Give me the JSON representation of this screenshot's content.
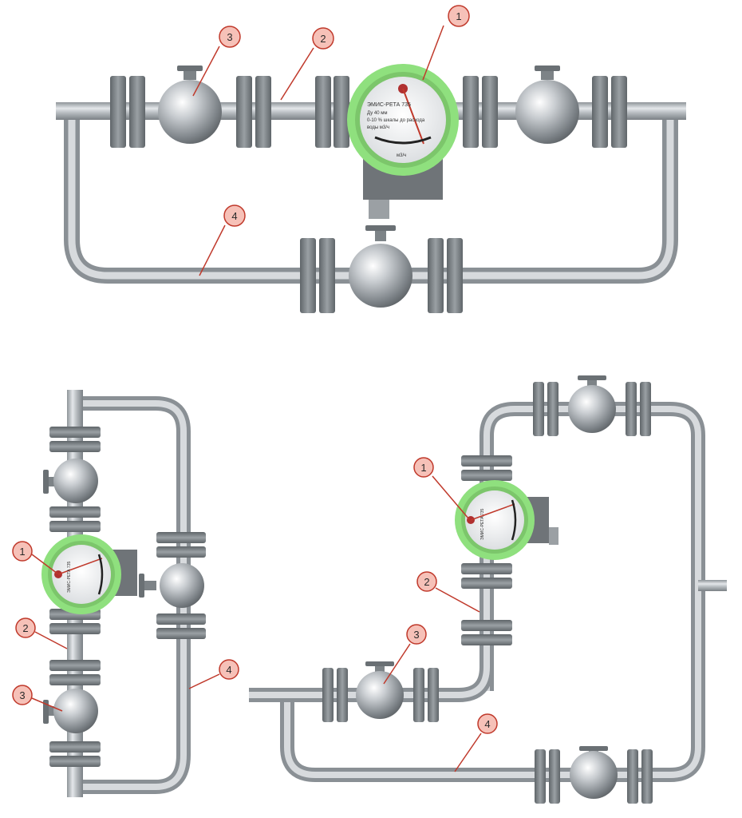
{
  "colors": {
    "background": "#ffffff",
    "pipe": "#b7bcc0",
    "pipe_dark": "#8e9499",
    "flange": "#7d8387",
    "bolt": "#5a5f63",
    "valve_ball": "#c7cbcf",
    "meter_ring": "#8fe07e",
    "meter_face": "#eeeeee",
    "meter_box": "#6f7478",
    "leader": "#c0392b",
    "callout_fill": "#f6c1b8",
    "callout_stroke": "#c0392b"
  },
  "callouts": {
    "top": [
      "1",
      "2",
      "3",
      "4"
    ],
    "left": [
      "1",
      "2",
      "3",
      "4"
    ],
    "right": [
      "1",
      "2",
      "3",
      "4"
    ]
  },
  "meter_top": {
    "line1": "ЭМИС-РЕТА 735",
    "line2": "Ду 40 мм",
    "line3": "0-10 % шкалы до расхода",
    "line4": "воды м3/ч",
    "unit": "м3/ч"
  },
  "meter_left": {
    "line1": "ЭМИС-РЕТА 735"
  },
  "meter_right": {
    "line1": "ЭМИС-РЕТА 735"
  }
}
